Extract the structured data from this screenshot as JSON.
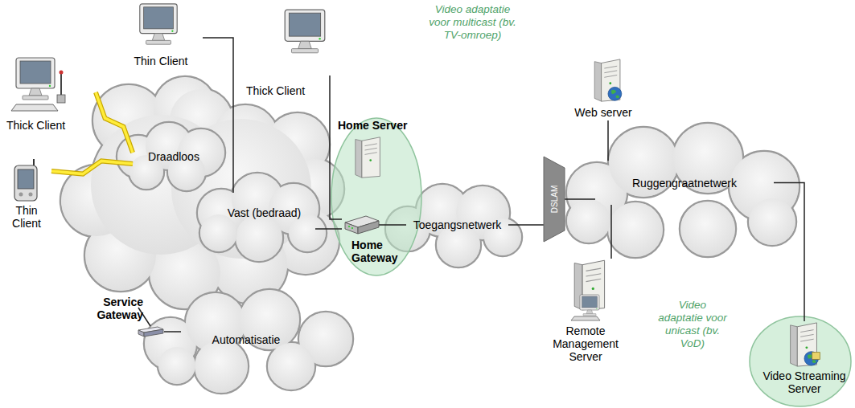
{
  "diagram": {
    "nodes": [
      {
        "text": [
          "Thin Client"
        ]
      },
      {
        "text": [
          "Thick Client"
        ]
      },
      {
        "text": [
          "Thick Client"
        ]
      },
      {
        "text": [
          "Draadloos"
        ]
      },
      {
        "text": [
          "Thin Client"
        ]
      },
      {
        "text": [
          "Vast (bedraad)"
        ]
      },
      {
        "text": [
          "Home Server"
        ]
      },
      {
        "text": [
          "Home Gateway"
        ]
      },
      {
        "text": [
          "Toegangsnetwerk"
        ]
      },
      {
        "text": [
          "DSLAM"
        ]
      },
      {
        "text": [
          "Web server"
        ]
      },
      {
        "text": [
          "Ruggengraatnetwerk"
        ]
      },
      {
        "text": [
          "Service Gateway"
        ]
      },
      {
        "text": [
          "Automatisatie"
        ]
      },
      {
        "text": [
          "Remote Management Server"
        ]
      },
      {
        "text": [
          "Video Streaming Server"
        ]
      }
    ],
    "edges": [
      {
        "from": 0,
        "to": 5,
        "arrow": "none"
      },
      {
        "from": 1,
        "to": 7,
        "arrow": "none"
      },
      {
        "from": 5,
        "to": 7,
        "arrow": "none"
      },
      {
        "from": 2,
        "to": 3,
        "arrow": "none"
      },
      {
        "from": 4,
        "to": 3,
        "arrow": "none"
      },
      {
        "from": 7,
        "to": 8,
        "arrow": "none"
      },
      {
        "from": 8,
        "to": 9,
        "arrow": "none"
      },
      {
        "from": 9,
        "to": 11,
        "arrow": "none"
      },
      {
        "from": 10,
        "to": 11,
        "arrow": "none"
      },
      {
        "from": 14,
        "to": 11,
        "arrow": "none"
      },
      {
        "from": 15,
        "to": 11,
        "arrow": "none"
      },
      {
        "from": 12,
        "to": 13,
        "arrow": "none"
      }
    ],
    "labels": [
      "Video adaptatie voor multicast (bv. TV-omroep)",
      "Video adaptatie voor unicast (bv. VoD)"
    ]
  }
}
